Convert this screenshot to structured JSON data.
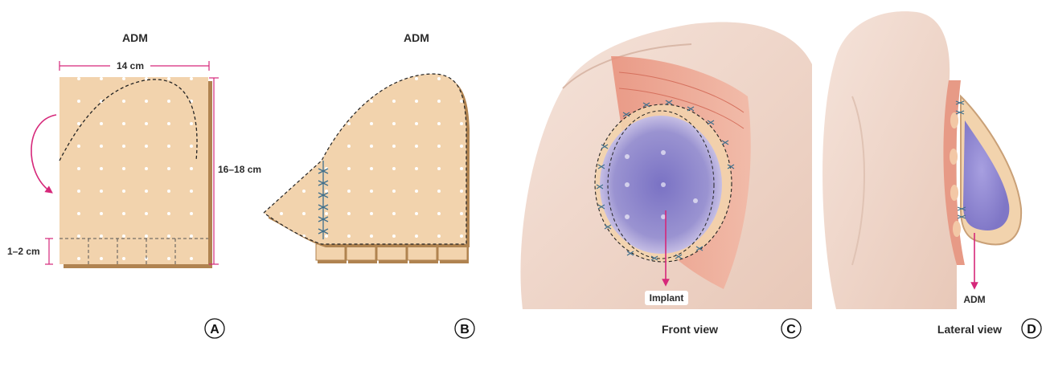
{
  "panel_a": {
    "title": "ADM",
    "width_label": "14 cm",
    "height_label": "16–18 cm",
    "tab_label": "1–2 cm",
    "letter": "A"
  },
  "panel_b": {
    "title": "ADM",
    "letter": "B"
  },
  "panel_c": {
    "implant_label": "Implant",
    "view_label": "Front view",
    "letter": "C"
  },
  "panel_d": {
    "adm_label": "ADM",
    "view_label": "Lateral view",
    "letter": "D"
  },
  "colors": {
    "adm_fill": "#f2d3ad",
    "adm_edge": "#b08350",
    "accent": "#d6287a",
    "stitch": "#3f6f8c",
    "skin": "#f3dcd0",
    "muscle": "#e79a86",
    "implant": "#8c86c9"
  }
}
